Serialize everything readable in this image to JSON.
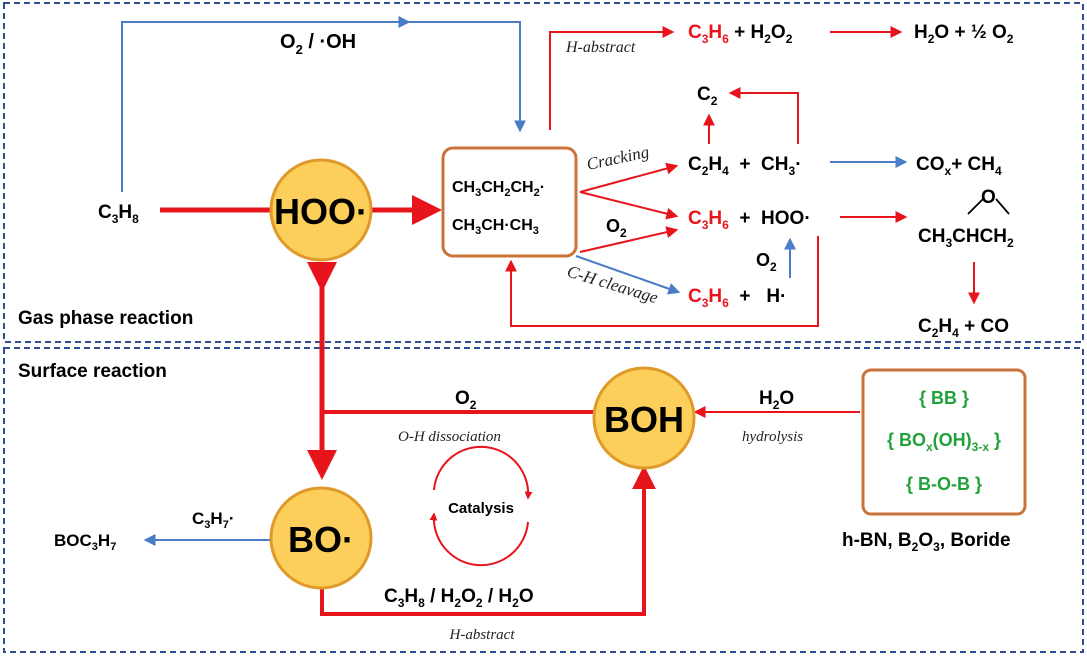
{
  "panels": {
    "gas_label": "Gas phase reaction",
    "surface_label": "Surface reaction"
  },
  "nodes": {
    "hoo": "HOO·",
    "boh": "BOH",
    "bo": "BO·"
  },
  "gas": {
    "c3h8": {
      "main": "C",
      "s1": "3",
      "m2": "H",
      "s2": "8"
    },
    "o2_oh": {
      "a": "O",
      "s": "2",
      "b": " / ·OH"
    },
    "radical_box": {
      "line1": {
        "a": "CH",
        "s1": "3",
        "b": "CH",
        "s2": "2",
        "c": "CH",
        "s3": "2",
        "d": "·"
      },
      "line2": {
        "a": "CH",
        "s1": "3",
        "b": "CH·CH",
        "s2": "3"
      }
    },
    "h_abstract": "H-abstract",
    "cracking": "Cracking",
    "ch_cleavage": "C-H cleavage",
    "o2_mid": {
      "a": "O",
      "s": "2"
    },
    "o2_small": {
      "a": "O",
      "s": "2"
    },
    "top_product": {
      "r1": "C",
      "rs1": "3",
      "r2": "H",
      "rs2": "6",
      "b": " + H",
      "bs": "2",
      "c": "O",
      "cs": "2"
    },
    "water_half": {
      "a": "H",
      "s1": "2",
      "b": "O + ½ O",
      "s2": "2"
    },
    "c2": {
      "a": "C",
      "s": "2"
    },
    "c2h4_ch3": {
      "a": "C",
      "s1": "2",
      "b": "H",
      "s2": "4",
      "c": "  +  CH",
      "s3": "3",
      "d": "·"
    },
    "cox_ch4": {
      "a": "CO",
      "s1": "x",
      "b": "+ CH",
      "s2": "4"
    },
    "c3h6_hoo": {
      "r1": "C",
      "rs1": "3",
      "r2": "H",
      "rs2": "6",
      "b": "  +  HOO·"
    },
    "epoxide_o": "O",
    "epoxide": {
      "a": "CH",
      "s": "3",
      "b": "CHCH",
      "s2": "2"
    },
    "c3h6_h": {
      "r1": "C",
      "rs1": "3",
      "r2": "H",
      "rs2": "6",
      "b": "  +   H·"
    },
    "c2h4_co": {
      "a": "C",
      "s1": "2",
      "b": "H",
      "s2": "4",
      "c": " + CO"
    }
  },
  "surface": {
    "o2": {
      "a": "O",
      "s": "2"
    },
    "oh_dissociation": "O-H dissociation",
    "h2o": {
      "a": "H",
      "s": "2",
      "b": "O"
    },
    "hydrolysis": "hydrolysis",
    "catalysis": "Catalysis",
    "c3h7": {
      "a": "C",
      "s1": "3",
      "b": "H",
      "s2": "7",
      "c": "·"
    },
    "boc3h7": {
      "a": "BOC",
      "s1": "3",
      "b": "H",
      "s2": "7"
    },
    "bottom_reactants": {
      "a": "C",
      "s1": "3",
      "b": "H",
      "s2": "8",
      "c": " / H",
      "s3": "2",
      "d": "O",
      "s4": "2",
      "e": " / H",
      "s5": "2",
      "f": "O"
    },
    "h_abstract": "H-abstract",
    "catalyst_box": {
      "bb": "{ BB }",
      "boxoh": {
        "a": "{ BO",
        "s1": "x",
        "b": "(OH)",
        "s2": "3-x",
        "c": " }"
      },
      "bob": "{ B-O-B }"
    },
    "catalyst_names": {
      "a": "h-BN, B",
      "s1": "2",
      "b": "O",
      "s2": "3",
      "c": ", Boride"
    }
  },
  "colors": {
    "red": "#e8141c",
    "blue": "#4a7cc7",
    "green": "#21a238",
    "circle_fill": "#fbcf5a",
    "circle_stroke": "#e09a2a",
    "box_stroke": "#c9733a",
    "dash": "#2f4f8f"
  }
}
